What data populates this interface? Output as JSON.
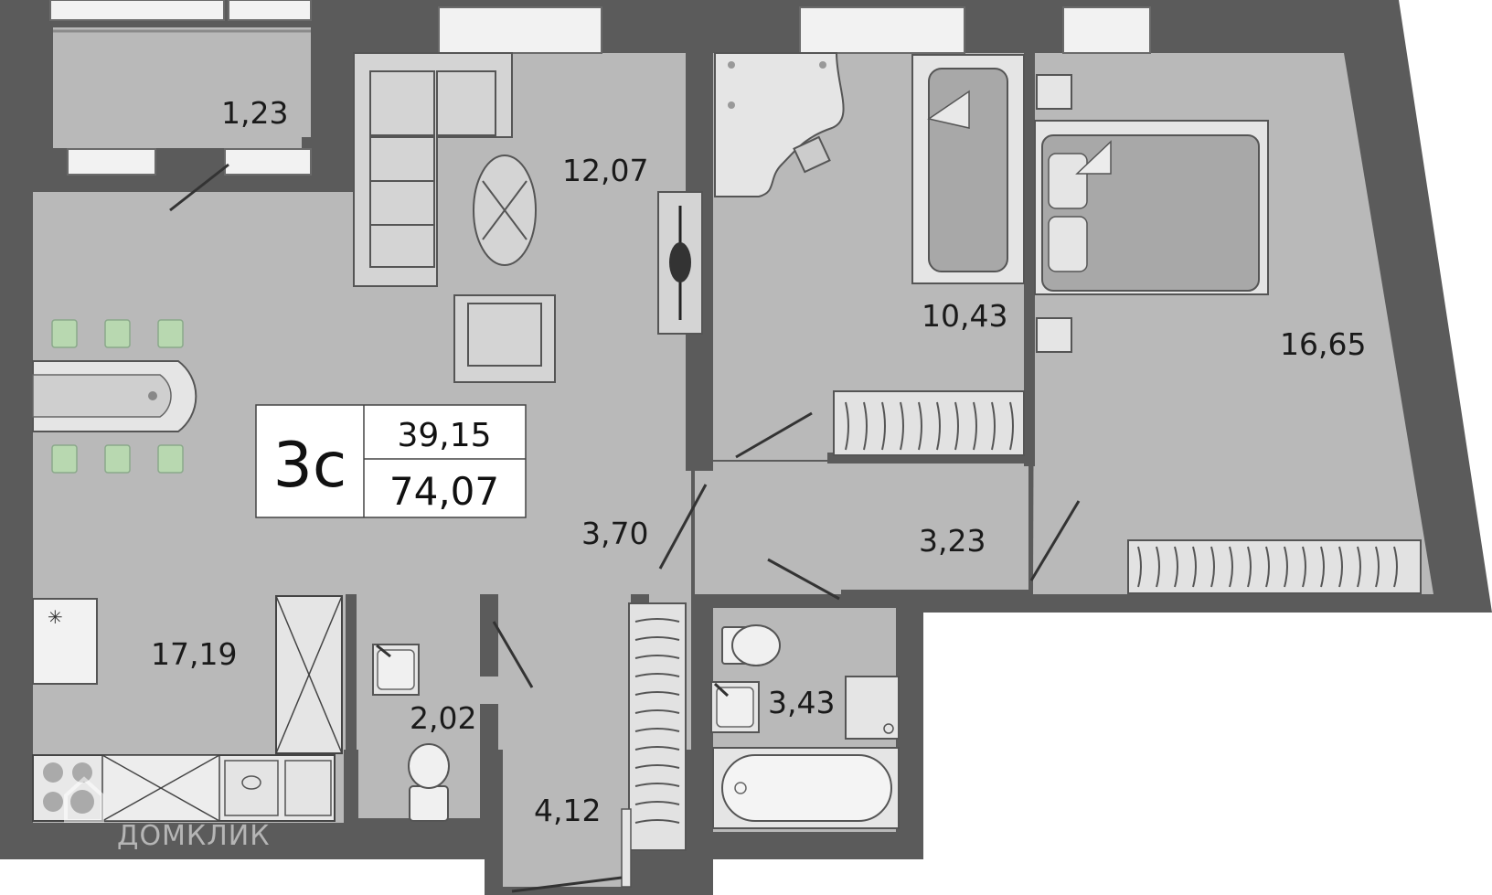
{
  "apartment": {
    "type_label": "3с",
    "living_area": "39,15",
    "total_area": "74,07"
  },
  "rooms": [
    {
      "id": "balcony",
      "area": "1,23"
    },
    {
      "id": "living-room",
      "area": "12,07"
    },
    {
      "id": "bedroom-study",
      "area": "10,43"
    },
    {
      "id": "bedroom-main",
      "area": "16,65"
    },
    {
      "id": "hall-central",
      "area": "3,70"
    },
    {
      "id": "corridor-right",
      "area": "3,23"
    },
    {
      "id": "kitchen-dining",
      "area": "17,19"
    },
    {
      "id": "toilet",
      "area": "2,02"
    },
    {
      "id": "bathroom",
      "area": "3,43"
    },
    {
      "id": "entrance-hall",
      "area": "4,12"
    }
  ],
  "watermark": "ДОМКЛИК",
  "colors": {
    "wall": "#5b5b5b",
    "floor": "#b9b9b9",
    "furniture": "#d4d4d4",
    "window": "#f2f2f2",
    "chair_accent": "#b8d8b0"
  }
}
